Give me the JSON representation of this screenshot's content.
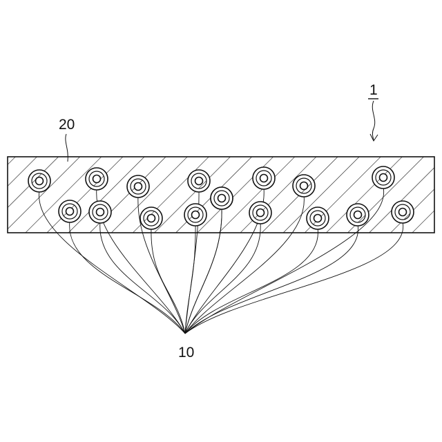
{
  "figure": {
    "labels": {
      "assembly": "1",
      "matrix": "20",
      "fibers": "10"
    },
    "fiber_count": 17,
    "colors": {
      "ink": "#111111",
      "background": "#ffffff"
    }
  }
}
